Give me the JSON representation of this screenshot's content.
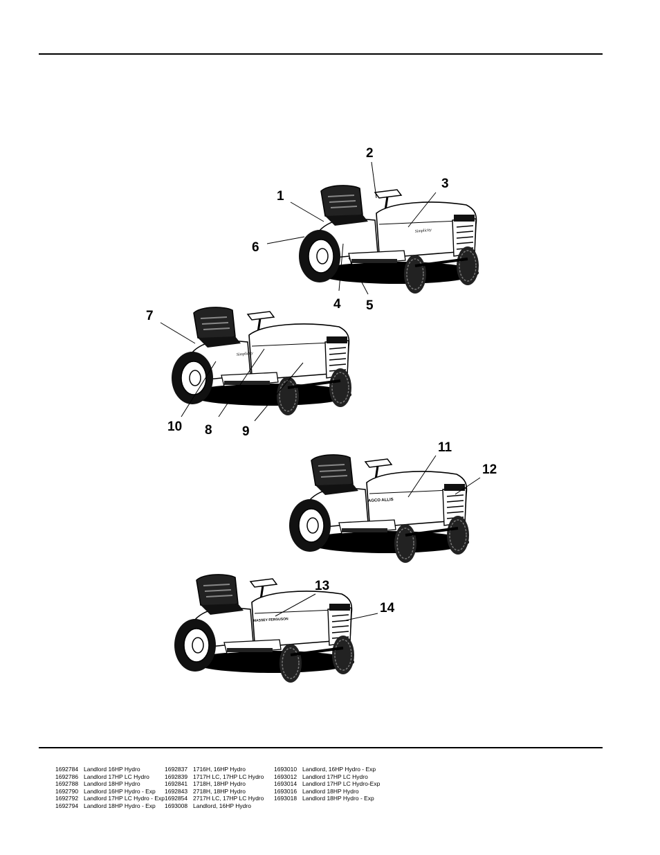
{
  "callouts": [
    "1",
    "2",
    "3",
    "4",
    "5",
    "6",
    "7",
    "8",
    "9",
    "10",
    "11",
    "12",
    "13",
    "14"
  ],
  "hood_brands": [
    "Simplicity",
    "Simplicity",
    "AGCO ALLIS",
    "MASSEY FERGUSON"
  ],
  "models": [
    [
      {
        "num": "1692784",
        "name": "Landlord 16HP Hydro"
      },
      {
        "num": "1692786",
        "name": "Landlord 17HP LC Hydro"
      },
      {
        "num": "1692788",
        "name": "Landlord 18HP Hydro"
      },
      {
        "num": "1692790",
        "name": "Landlord 16HP Hydro - Exp"
      },
      {
        "num": "1692792",
        "name": "Landlord 17HP LC Hydro - Exp"
      },
      {
        "num": "1692794",
        "name": "Landlord 18HP Hydro - Exp"
      }
    ],
    [
      {
        "num": "1692837",
        "name": "1716H, 16HP Hydro"
      },
      {
        "num": "1692839",
        "name": "1717H LC, 17HP LC Hydro"
      },
      {
        "num": "1692841",
        "name": "1718H, 18HP Hydro"
      },
      {
        "num": "1692843",
        "name": "2718H, 18HP Hydro"
      },
      {
        "num": "1692854",
        "name": "2717H LC, 17HP LC Hydro"
      },
      {
        "num": "1693008",
        "name": "Landlord, 16HP Hydro"
      }
    ],
    [
      {
        "num": "1693010",
        "name": "Landlord, 16HP Hydro - Exp"
      },
      {
        "num": "1693012",
        "name": "Landlord 17HP LC Hydro"
      },
      {
        "num": "1693014",
        "name": "Landlord 17HP LC Hydro-Exp"
      },
      {
        "num": "1693016",
        "name": "Landlord 18HP Hydro"
      },
      {
        "num": "1693018",
        "name": "Landlord 18HP Hydro - Exp"
      }
    ]
  ]
}
